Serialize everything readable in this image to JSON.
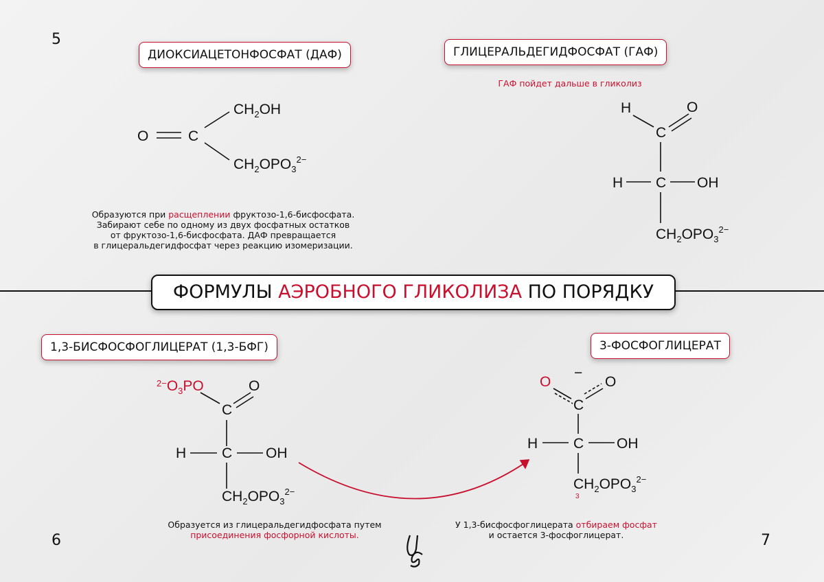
{
  "page_numbers": {
    "top_left": "5",
    "bottom_left": "6",
    "bottom_right": "7"
  },
  "title": {
    "part1": "ФОРМУЛЫ ",
    "part2": "АЭРОБНОГО ГЛИКОЛИЗА",
    "part3": " ПО ПОРЯДКУ"
  },
  "daf": {
    "label": "ДИОКСИАЦЕТОНФОСФАТ (ДАФ)",
    "note": {
      "l1a": "Образуются при ",
      "l1b": "расщеплении",
      "l1c": " фруктозо-1,6-бисфосфата.",
      "l2": "Забирают себе по одному из двух фосфатных остатков",
      "l3": "от фруктозо-1,6-бисфосфата. ДАФ превращается",
      "l4": "в глицеральдегидфосфат через реакцию изомеризации."
    }
  },
  "gaf": {
    "label": "ГЛИЦЕРАЛЬДЕГИДФОСФАТ (ГАФ)",
    "note": "ГАФ пойдет дальше в гликолиз"
  },
  "bfg": {
    "label": "1,3-БИСФОСФОГЛИЦЕРАТ (1,3-БФГ)",
    "note": {
      "l1": "Образуется из глицеральдегидфосфата путем",
      "l2": "присоединения фосфорной кислоты."
    }
  },
  "pg3": {
    "label": "3-ФОСФОГЛИЦЕРАТ",
    "note": {
      "l1a": "У 1,3-бисфосфоглицерата ",
      "l1b": "отбираем фосфат",
      "l2": "и остается 3-фосфоглицерат."
    },
    "minus": "−",
    "carbon_number": "3"
  },
  "atoms": {
    "O": "O",
    "C": "C",
    "H": "H",
    "OH": "OH",
    "CH": "CH",
    "two": "2",
    "OPO": "OPO",
    "three": "3",
    "charge": "2−",
    "O3PO": "O",
    "PO": "PO"
  },
  "logo": "Us",
  "colors": {
    "accent": "#c8102e",
    "text": "#111111"
  }
}
